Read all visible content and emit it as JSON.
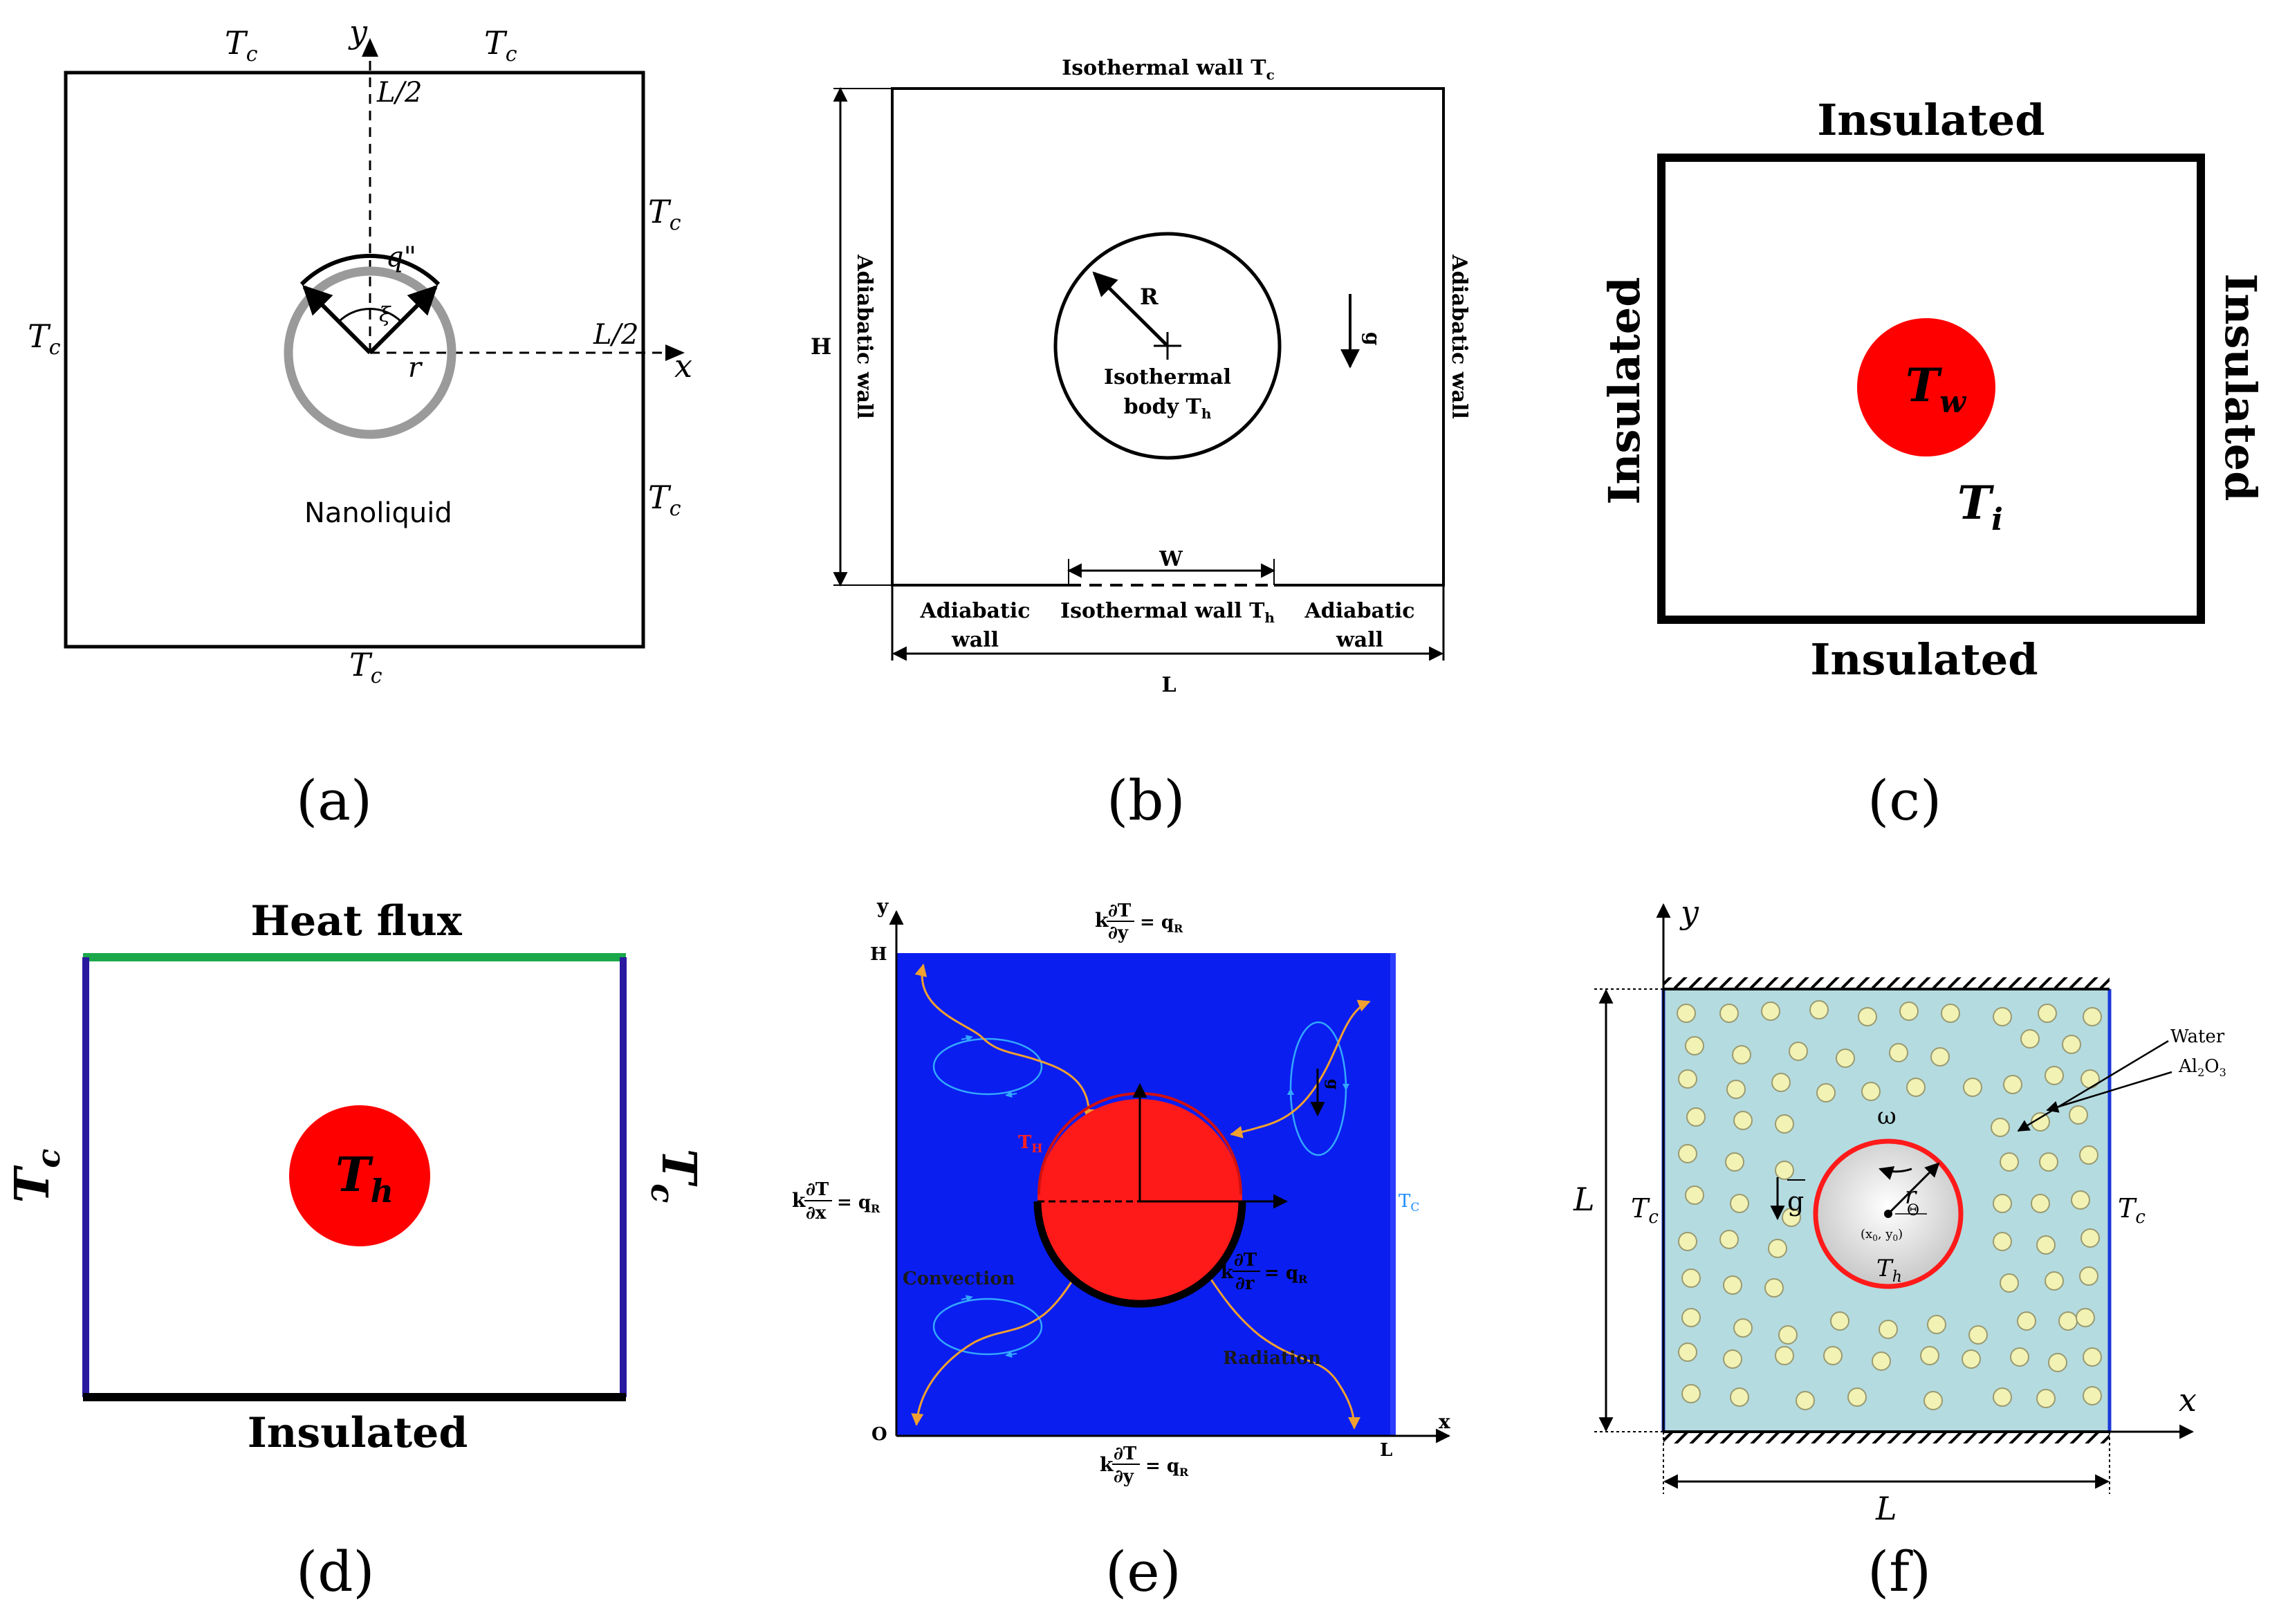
{
  "panels": {
    "a": {
      "caption": "(a)",
      "tc": "T",
      "tc_sub": "c",
      "y_axis": "y",
      "x_axis": "x",
      "half_len_top": "L/2",
      "half_len_right": "L/2",
      "heat_flux": "q\"",
      "angle": "ξ",
      "radius": "r",
      "fluid": "Nanoliquid"
    },
    "b": {
      "caption": "(b)",
      "top_wall": "Isothermal wall T",
      "top_wall_sub": "c",
      "left_wall": "Adiabatic wall",
      "right_wall": "Adiabatic wall",
      "height": "H",
      "radius": "R",
      "body_line1": "Isothermal",
      "body_line2": "body T",
      "body_sub": "h",
      "gravity": "g",
      "width": "W",
      "bottom_left_1": "Adiabatic",
      "bottom_left_2": "wall",
      "bottom_mid": "Isothermal wall T",
      "bottom_mid_sub": "h",
      "bottom_right_1": "Adiabatic",
      "bottom_right_2": "wall",
      "length": "L"
    },
    "c": {
      "caption": "(c)",
      "top": "Insulated",
      "bottom": "Insulated",
      "left": "Insulated",
      "right": "Insulated",
      "body_temp": "T",
      "body_temp_sub": "w",
      "fluid_temp": "T",
      "fluid_temp_sub": "i",
      "colors": {
        "body": "#ff0000"
      }
    },
    "d": {
      "caption": "(d)",
      "top": "Heat flux",
      "bottom": "Insulated",
      "left": "T",
      "left_sub": "c",
      "right": "T",
      "right_sub": "c",
      "body_temp": "T",
      "body_temp_sub": "h",
      "colors": {
        "top_wall": "#1aa84a",
        "side_walls": "#2a1aa0",
        "body": "#ff0000"
      }
    },
    "e": {
      "caption": "(e)",
      "y_axis": "y",
      "x_axis": "x",
      "origin": "O",
      "height": "H",
      "length": "L",
      "top_bc_k": "k",
      "top_bc_num": "∂T",
      "top_bc_den": "∂y",
      "top_bc_rhs": "= q",
      "top_bc_rhs_sub": "R",
      "bottom_bc_k": "k",
      "bottom_bc_num": "∂T",
      "bottom_bc_den": "∂y",
      "bottom_bc_rhs": "= q",
      "bottom_bc_rhs_sub": "R",
      "left_bc_k": "k",
      "left_bc_num": "∂T",
      "left_bc_den": "∂x",
      "left_bc_rhs": "= q",
      "left_bc_rhs_sub": "R",
      "body_bc_k": "k",
      "body_bc_num": "∂T",
      "body_bc_den": "∂r",
      "body_bc_rhs": "= q",
      "body_bc_rhs_sub": "R",
      "hot": "T",
      "hot_sub": "H",
      "cold": "T",
      "cold_sub": "C",
      "gravity": "g",
      "convection": "Convection",
      "radiation": "Radiation",
      "colors": {
        "fluid": "#0a1ef0",
        "body": "#ff1a1a",
        "arrows": "#f0a030",
        "cells": "#33a8ff",
        "cold_label": "#1a8cff"
      }
    },
    "f": {
      "caption": "(f)",
      "y_axis": "y",
      "x_axis": "x",
      "length_v": "L",
      "length_h": "L",
      "tc_left": "T",
      "tc_left_sub": "c",
      "tc_right": "T",
      "tc_right_sub": "c",
      "water": "Water",
      "nanoparticle": "Al",
      "nanoparticle_sub1": "2",
      "nanoparticle_mid": "O",
      "nanoparticle_sub2": "3",
      "omega": "ω",
      "gravity": "g",
      "radius": "r",
      "theta": "Θ",
      "center": "(x",
      "center_sub0": "0",
      "center_mid": ", y",
      "center_sub1": "0",
      "center_end": ")",
      "body_temp": "T",
      "body_temp_sub": "h",
      "colors": {
        "fluid": "#b4dbe0",
        "walls": "#1a3ad8",
        "body_ring": "#ff1a1a",
        "particles": "#f2f2b4"
      }
    }
  }
}
